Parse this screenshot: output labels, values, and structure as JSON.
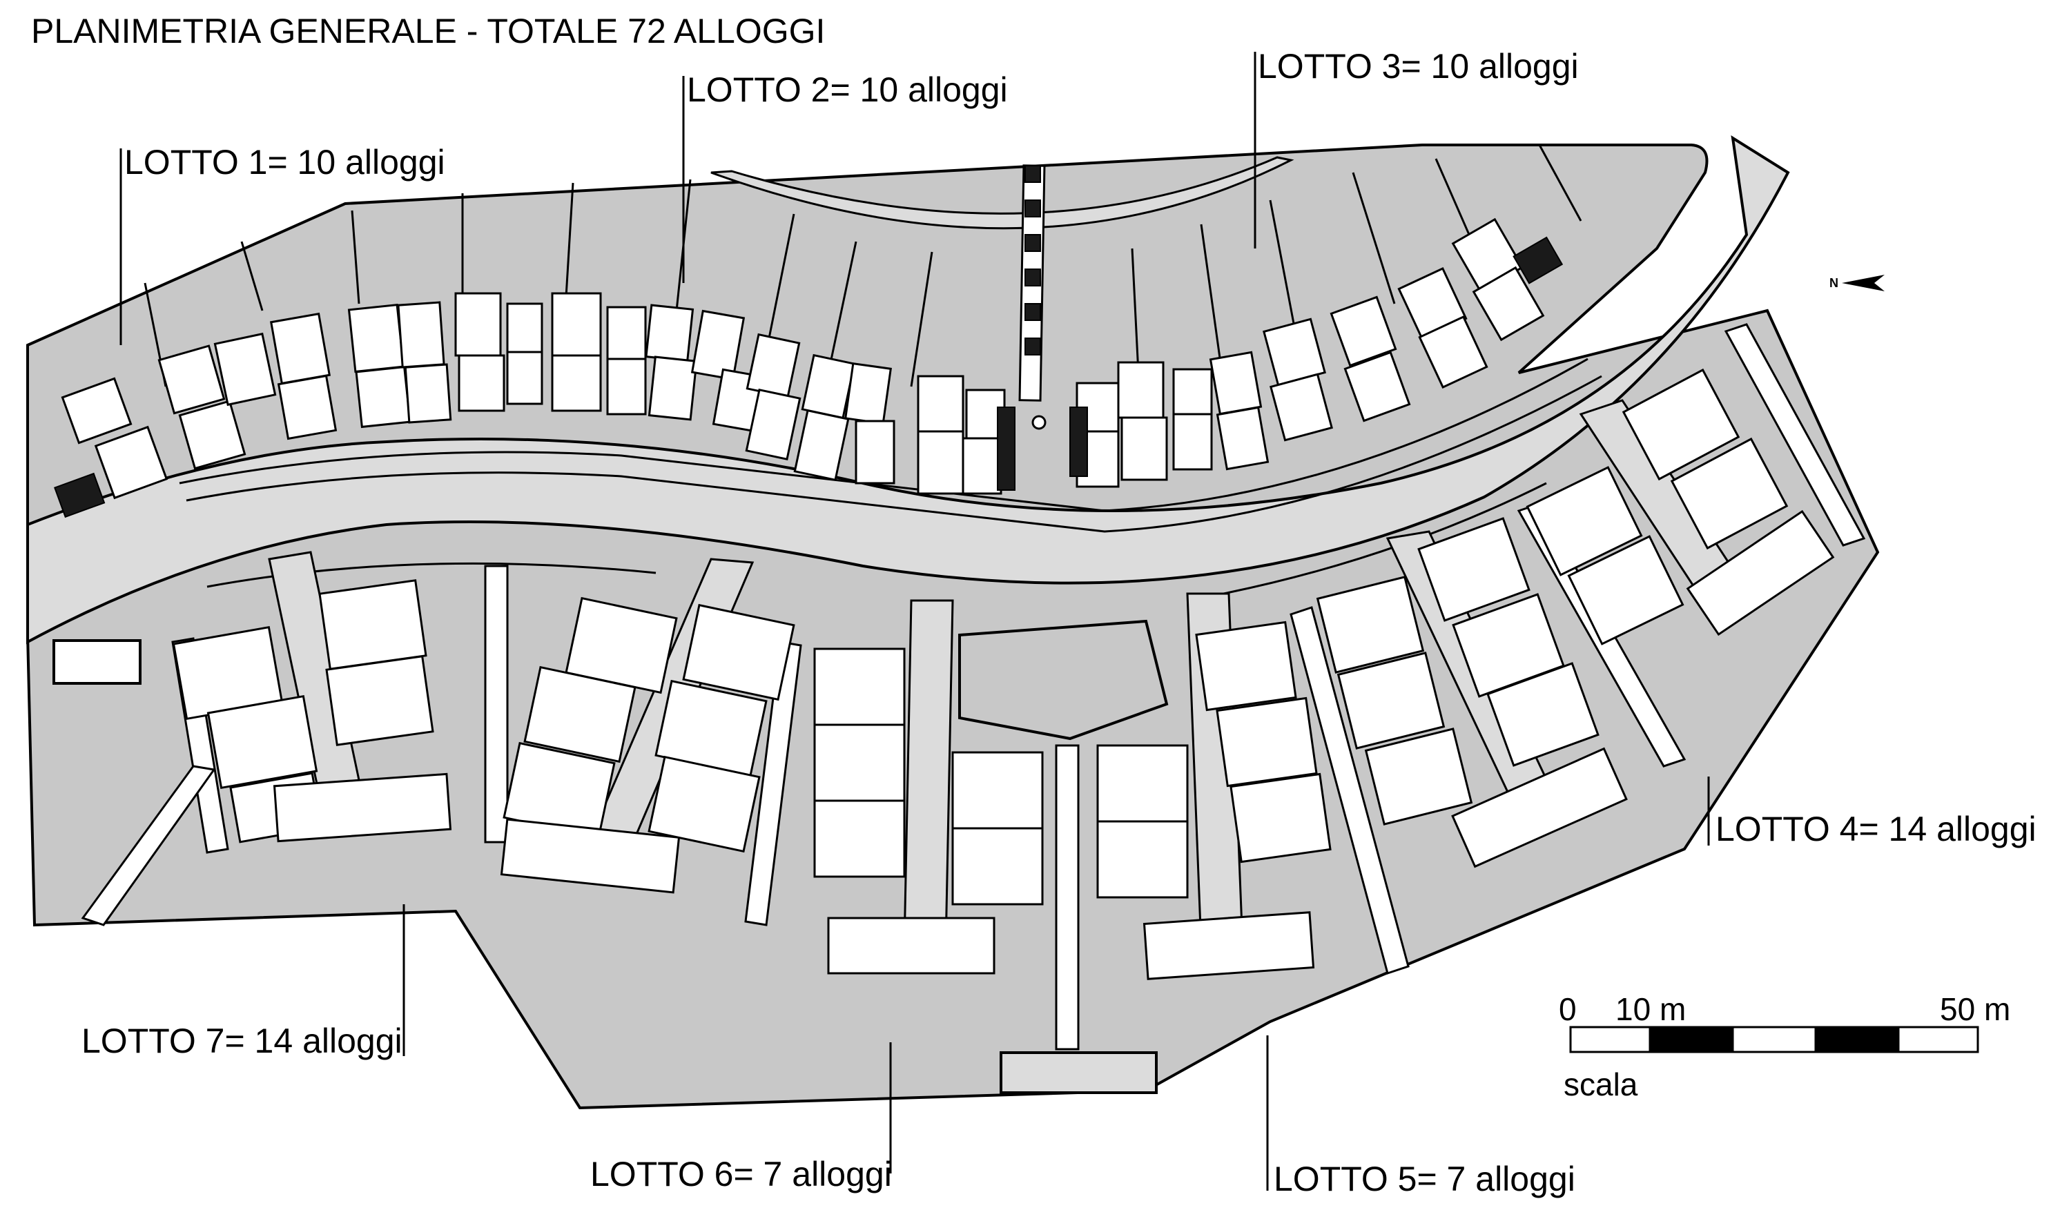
{
  "title": "PLANIMETRIA GENERALE - TOTALE 72 ALLOGGI",
  "lots": [
    {
      "label": "LOTTO 1= 10 alloggi"
    },
    {
      "label": "LOTTO 2= 10 alloggi"
    },
    {
      "label": "LOTTO 3= 10 alloggi"
    },
    {
      "label": "LOTTO 4= 14 alloggi"
    },
    {
      "label": "LOTTO 5= 7 alloggi"
    },
    {
      "label": "LOTTO 6= 7 alloggi"
    },
    {
      "label": "LOTTO 7= 14 alloggi"
    }
  ],
  "scale_bar": {
    "tick_0": "0",
    "tick_10": "10 m",
    "tick_50": "50 m",
    "caption": "scala"
  },
  "north": {
    "label": "N"
  },
  "colors": {
    "lot_fill": "#c8c8c8",
    "road_fill": "#dcdcdc",
    "building_fill": "#ffffff",
    "dark_fill": "#1a1a1a",
    "stroke": "#000000"
  }
}
